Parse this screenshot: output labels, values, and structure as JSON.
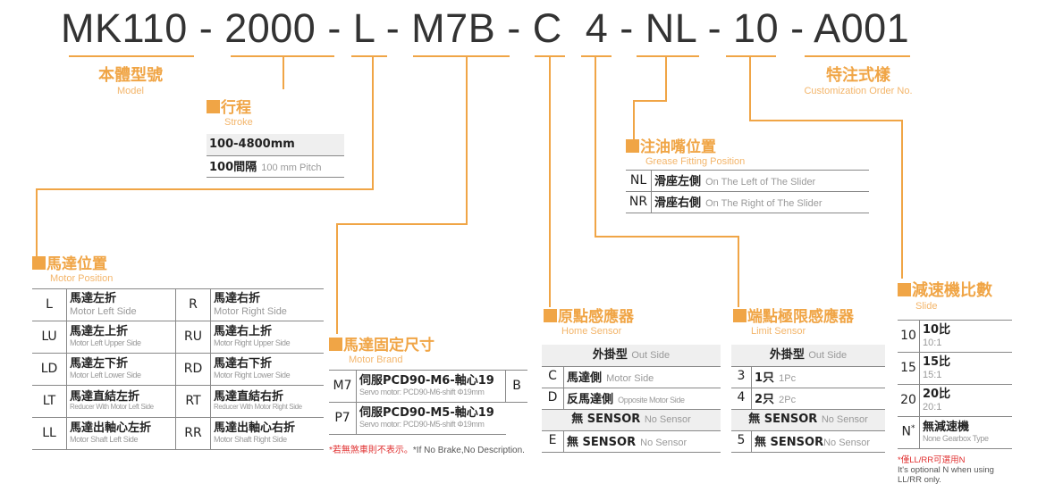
{
  "code": {
    "text": "MK110 - 2000 - L - M7B - C  4 - NL - 10 - A001"
  },
  "model": {
    "title": "本體型號",
    "sub": "Model"
  },
  "custom": {
    "title": "特注式樣",
    "sub": "Customization Order No."
  },
  "stroke": {
    "title": "行程",
    "sub": "Stroke",
    "row1": "100-4800mm",
    "row2_zh": "100間隔",
    "row2_en": "100 mm Pitch"
  },
  "grease": {
    "title": "注油嘴位置",
    "sub": "Grease Fitting Position",
    "rows": [
      {
        "k": "NL",
        "zh": "滑座左側",
        "en": "On The Left of The Slider"
      },
      {
        "k": "NR",
        "zh": "滑座右側",
        "en": "On The Right of The Slider"
      }
    ]
  },
  "motor_pos": {
    "title": "馬達位置",
    "sub": "Motor Position",
    "rows": [
      {
        "k1": "L",
        "zh1": "馬達左折",
        "en1": "Motor Left Side",
        "k2": "R",
        "zh2": "馬達右折",
        "en2": "Motor Right Side"
      },
      {
        "k1": "LU",
        "zh1": "馬達左上折",
        "en1": "Motor Left Upper Side",
        "k2": "RU",
        "zh2": "馬達右上折",
        "en2": "Motor Right Upper Side"
      },
      {
        "k1": "LD",
        "zh1": "馬達左下折",
        "en1": "Motor Left Lower Side",
        "k2": "RD",
        "zh2": "馬達右下折",
        "en2": "Motor Right Lower Side"
      },
      {
        "k1": "LT",
        "zh1": "馬達直結左折",
        "en1": "Reducer With Motor Left Side",
        "k2": "RT",
        "zh2": "馬達直結右折",
        "en2": "Reducer With Motor Right Side"
      },
      {
        "k1": "LL",
        "zh1": "馬達出軸心左折",
        "en1": "Motor Shaft Left Side",
        "k2": "RR",
        "zh2": "馬達出軸心右折",
        "en2": "Motor Shaft Right Side"
      }
    ]
  },
  "brand": {
    "title": "馬達固定尺寸",
    "sub": "Motor Brand",
    "rows": [
      {
        "k": "M7",
        "zh": "伺服PCD90-M6-軸心19",
        "en": "Servo motor: PCD90-M6-shift Φ19mm"
      },
      {
        "k": "P7",
        "zh": "伺服PCD90-M5-軸心19",
        "en": "Servo motor: PCD90-M5-shift Φ19mm"
      }
    ],
    "b": "B",
    "note_zh": "*若無煞車則不表示。",
    "note_en": "*If No Brake,No Description."
  },
  "home": {
    "title": "原點感應器",
    "sub": "Home Sensor",
    "hdr_zh": "外掛型",
    "hdr_en": "Out Side",
    "rows": [
      {
        "k": "C",
        "zh": "馬達側",
        "en": "Motor Side"
      },
      {
        "k": "D",
        "zh": "反馬達側",
        "en": "Opposite Motor Side"
      }
    ],
    "none_zh": "無 SENSOR",
    "none_en": "No Sensor",
    "e_k": "E",
    "e_zh": "無 SENSOR",
    "e_en": "No Sensor"
  },
  "limit": {
    "title": "端點極限感應器",
    "sub": "Limit Sensor",
    "hdr_zh": "外掛型",
    "hdr_en": "Out Side",
    "rows": [
      {
        "k": "3",
        "zh": "1只",
        "en": "1Pc"
      },
      {
        "k": "4",
        "zh": "2只",
        "en": "2Pc"
      }
    ],
    "none_zh": "無 SENSOR",
    "none_en": "No Sensor",
    "e_k": "5",
    "e_zh": "無 SENSOR",
    "e_en": "No Sensor"
  },
  "slide": {
    "title": "減速機比數",
    "sub": "Slide",
    "rows": [
      {
        "k": "10",
        "zh": "10比",
        "en": "10:1"
      },
      {
        "k": "15",
        "zh": "15比",
        "en": "15:1"
      },
      {
        "k": "20",
        "zh": "20比",
        "en": "20:1"
      },
      {
        "k": "N",
        "zh": "無減速機",
        "en": "None Gearbox Type"
      }
    ],
    "star": "*",
    "note_zh": "*僅LL/RR可選用N",
    "note_en1": "It's optional N when using",
    "note_en2": "LL/RR only."
  },
  "colors": {
    "accent": "#f0a546",
    "line": "#888888",
    "header_bg": "#efefef",
    "note_red": "#e03030"
  }
}
